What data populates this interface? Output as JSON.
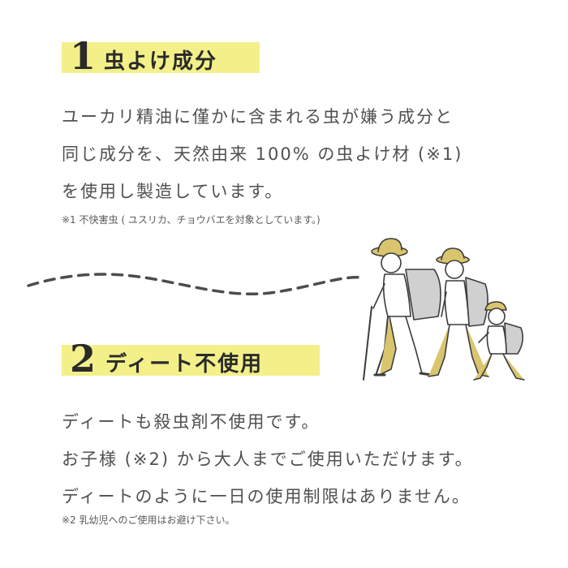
{
  "section1": {
    "number": "1",
    "title": "虫よけ成分",
    "lines": [
      "ユーカリ精油に僅かに含まれる虫が嫌う成分と",
      "同じ成分を、天然由来 100% の虫よけ材 (※1)",
      "を使用し製造しています。"
    ],
    "note": "※1 不快害虫 ( ユスリカ、チョウバエを対象としています。)"
  },
  "section2": {
    "number": "2",
    "title": "ディート不使用",
    "lines": [
      "ディートも殺虫剤不使用です。",
      "お子様 (※2) から大人までご使用いただけます。",
      "ディートのように一日の使用制限はありません。"
    ],
    "note": "※2 乳幼児へのご使用はお避け下さい。"
  },
  "colors": {
    "highlight": "#f3f08a",
    "text": "#4a4a4a",
    "illustration_yellow": "#d9c56e",
    "illustration_gray": "#d0d0d0"
  },
  "illustration": {
    "icon": "hiking-family-illustration"
  }
}
